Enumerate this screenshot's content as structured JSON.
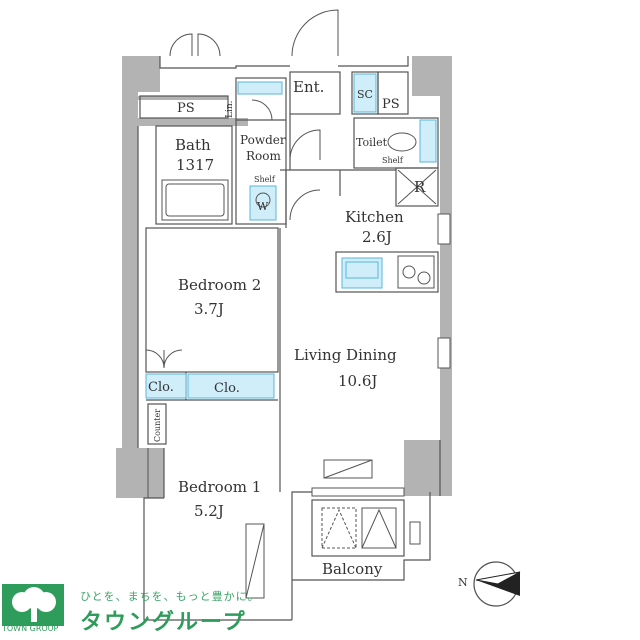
{
  "rooms": {
    "entrance": "Ent.",
    "shoe_closet": "SC",
    "ps_right": "PS",
    "ps_left": "PS",
    "linen": "Lin.",
    "bath": "Bath",
    "bath_size": "1317",
    "powder_room": "Powder\nRoom",
    "powder_room_l1": "Powder",
    "powder_room_l2": "Room",
    "shelf_powder": "Shelf",
    "washer": "W",
    "toilet": "Toilet",
    "shelf_toilet": "Shelf",
    "fridge": "R",
    "kitchen": "Kitchen",
    "kitchen_size": "2.6J",
    "bedroom2": "Bedroom 2",
    "bedroom2_size": "3.7J",
    "living_dining": "Living Dining",
    "living_dining_size": "10.6J",
    "closet_a": "Clo.",
    "closet_b": "Clo.",
    "counter": "Counter",
    "bedroom1": "Bedroom 1",
    "bedroom1_size": "5.2J",
    "balcony": "Balcony"
  },
  "compass": {
    "label": "N"
  },
  "logo": {
    "tagline": "ひとを、まちを、もっと豊かに。",
    "brand": "タウングループ",
    "sub": "TOWN GROUP"
  },
  "colors": {
    "wall": "#b3b3b3",
    "fixture": "#cfeefa",
    "brand": "#2e9c5b"
  }
}
